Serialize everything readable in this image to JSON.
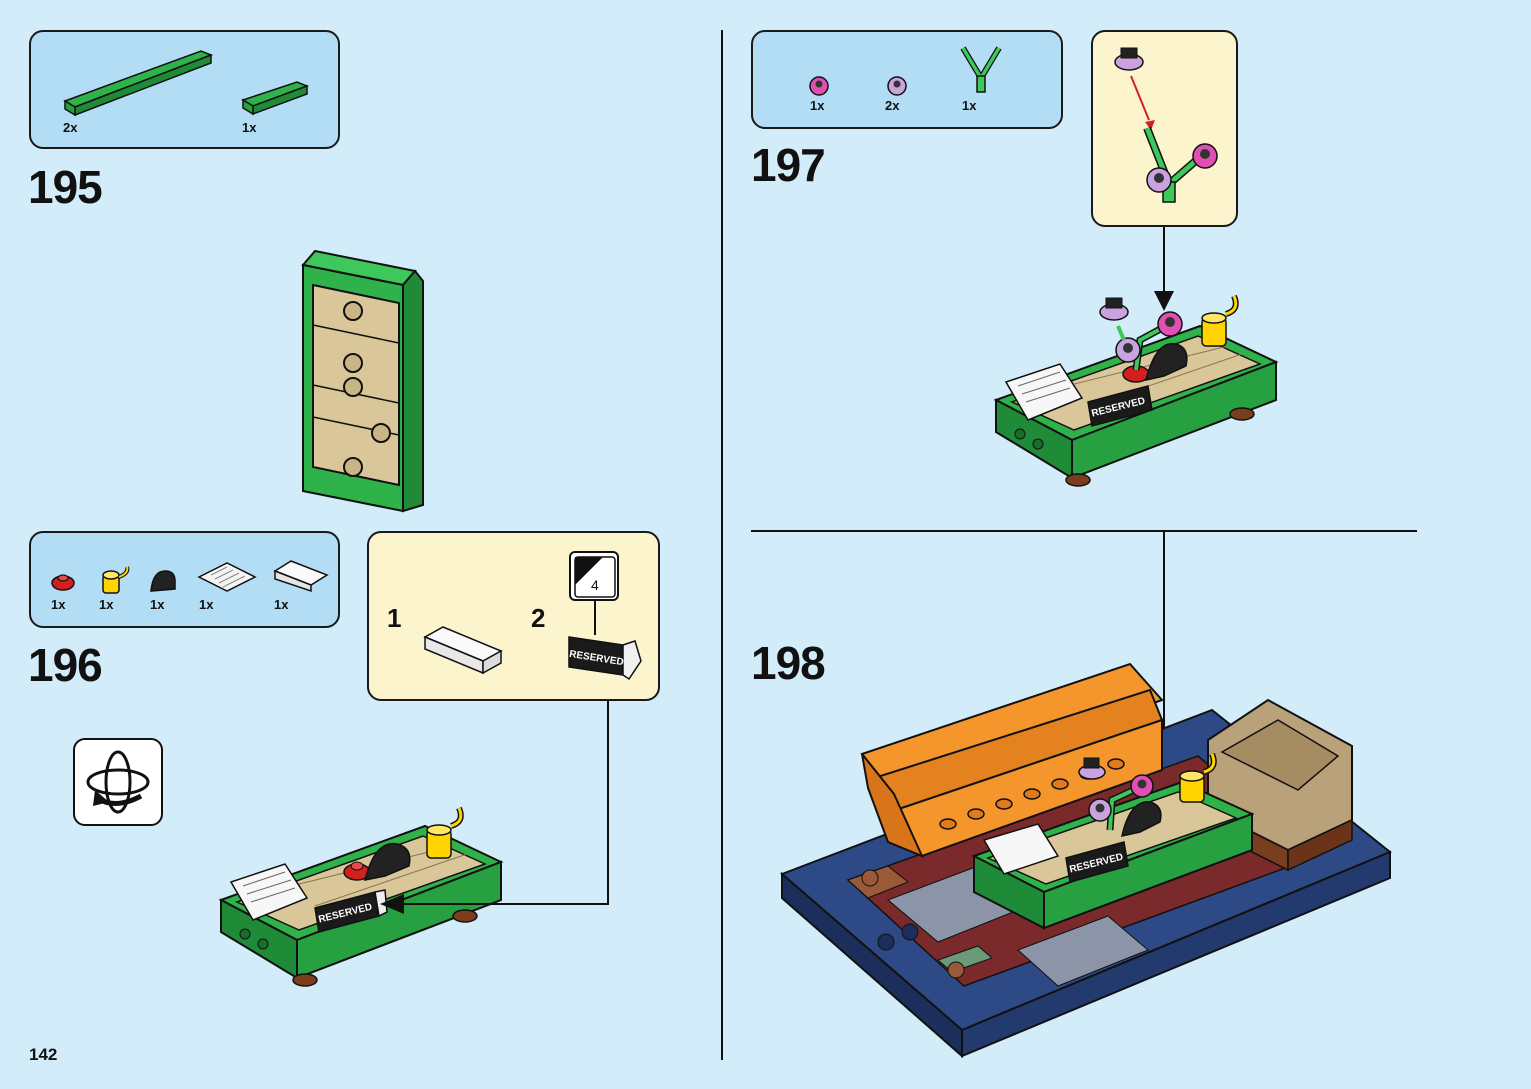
{
  "page": {
    "number": "142"
  },
  "steps": {
    "s195": {
      "number": "195",
      "parts": [
        {
          "qty": "2x",
          "name": "green-tile-1x8"
        },
        {
          "qty": "1x",
          "name": "green-tile-1x4"
        }
      ]
    },
    "s196": {
      "number": "196",
      "parts": [
        {
          "qty": "1x",
          "name": "red-round-plate"
        },
        {
          "qty": "1x",
          "name": "yellow-cup"
        },
        {
          "qty": "1x",
          "name": "black-curved-slope"
        },
        {
          "qty": "1x",
          "name": "newspaper-tile"
        },
        {
          "qty": "1x",
          "name": "white-bracket"
        }
      ],
      "sub_steps": [
        "1",
        "2"
      ],
      "sticker": {
        "sheet_number": "4",
        "text": "RESERVED"
      }
    },
    "s197": {
      "number": "197",
      "parts": [
        {
          "qty": "1x",
          "name": "magenta-flower"
        },
        {
          "qty": "2x",
          "name": "lavender-flower"
        },
        {
          "qty": "1x",
          "name": "green-stem"
        }
      ]
    },
    "s198": {
      "number": "198"
    }
  },
  "icons": {
    "rotate": "rotate-model-icon"
  },
  "colors": {
    "background": "#d3ecfa",
    "parts_box": "#b3dcf5",
    "sub_box": "#fcf4cc",
    "brick_green": "#2fb24a",
    "brick_tan": "#d9c79a",
    "sofa_orange": "#f4962c",
    "base_blue": "#233a6e"
  }
}
